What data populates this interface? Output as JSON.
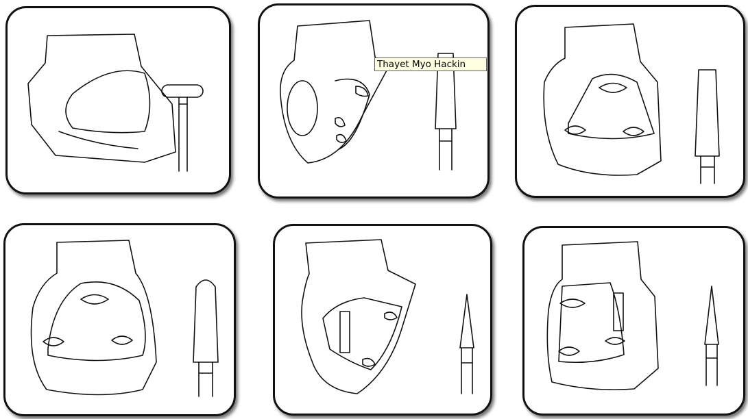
{
  "figure": {
    "tooltip_text": "Thayet Myo Hackin"
  },
  "panels": [
    {
      "id": 1,
      "bur": "wheel"
    },
    {
      "id": 2,
      "bur": "tapered-cylinder"
    },
    {
      "id": 3,
      "bur": "tapered-cylinder"
    },
    {
      "id": 4,
      "bur": "tapered-round-end"
    },
    {
      "id": 5,
      "bur": "pointed-cone"
    },
    {
      "id": 6,
      "bur": "pointed-cone"
    }
  ],
  "colors": {
    "border": "#111111",
    "tooltip_bg": "#ffffe1",
    "fill": "#cfcfcf"
  }
}
